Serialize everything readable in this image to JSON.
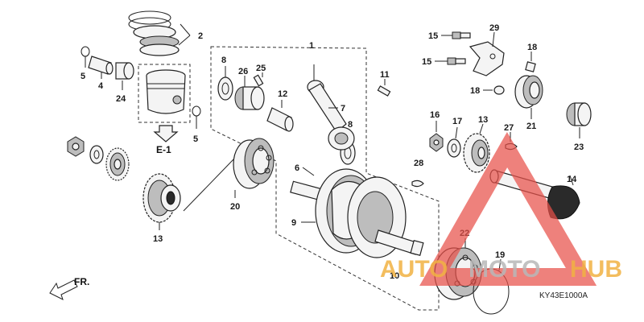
{
  "callouts": {
    "c1": "1",
    "c2": "2",
    "c4": "4",
    "c5a": "5",
    "c5b": "5",
    "c6": "6",
    "c7": "7",
    "c8a": "8",
    "c8b": "8",
    "c9": "9",
    "c10": "10",
    "c11": "11",
    "c12": "12",
    "c13a": "13",
    "c13b": "13",
    "c14": "14",
    "c15a": "15",
    "c15b": "15",
    "c16": "16",
    "c17": "17",
    "c18a": "18",
    "c18b": "18",
    "c19": "19",
    "c20": "20",
    "c21": "21",
    "c22": "22",
    "c23": "23",
    "c24": "24",
    "c25": "25",
    "c26": "26",
    "c27": "27",
    "c28": "28",
    "c29": "29"
  },
  "ref_label": "E-1",
  "front_label": "FR.",
  "diagram_code": "KY43E1000A",
  "watermark": {
    "part_a": "AUTO",
    "part_b": "MOTO",
    "part_c": "HUB"
  },
  "colors": {
    "watermark_red": "#e8504a",
    "watermark_orange": "#f1b243",
    "watermark_grey": "#b8b8b8"
  }
}
